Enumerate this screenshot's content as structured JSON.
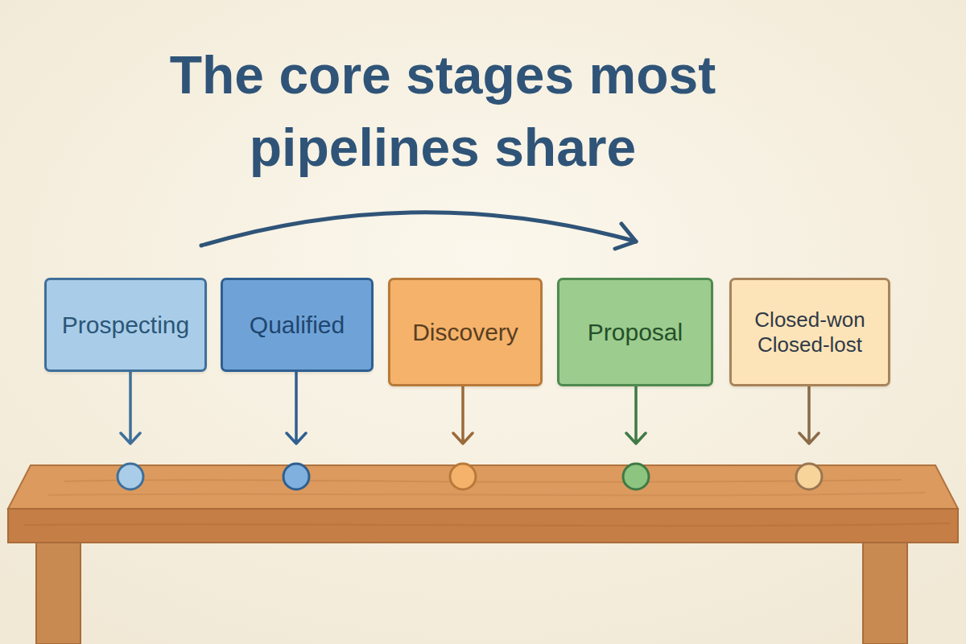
{
  "diagram": {
    "title": "The core stages most pipelines share",
    "nodes": [
      {
        "text": [
          "Prospecting"
        ]
      },
      {
        "text": [
          "Qualified"
        ]
      },
      {
        "text": [
          "Discovery"
        ]
      },
      {
        "text": [
          "Proposal"
        ]
      },
      {
        "text": [
          "Closed-won Closed-lost"
        ]
      }
    ]
  }
}
